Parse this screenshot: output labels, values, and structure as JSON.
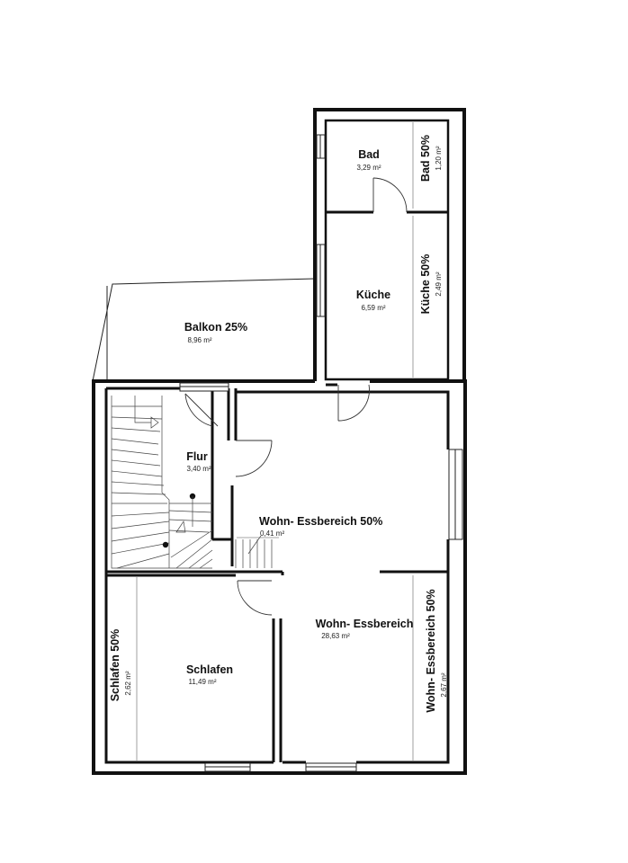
{
  "rooms": {
    "bad": {
      "name": "Bad",
      "area": "3,29 m²"
    },
    "bad50": {
      "name": "Bad 50%",
      "area": "1,20 m²"
    },
    "kueche": {
      "name": "Küche",
      "area": "6,59 m²"
    },
    "kueche50": {
      "name": "Küche 50%",
      "area": "2,49 m²"
    },
    "balkon": {
      "name": "Balkon 25%",
      "area": "8,96 m²"
    },
    "flur": {
      "name": "Flur",
      "area": "3,40 m²"
    },
    "wohn50_small": {
      "name": "Wohn- Essbereich 50%",
      "area": "0,41 m²"
    },
    "wohn": {
      "name": "Wohn- Essbereich",
      "area": "28,63 m²"
    },
    "wohn50_side": {
      "name": "Wohn- Essbereich 50%",
      "area": "2,67 m²"
    },
    "schlafen": {
      "name": "Schlafen",
      "area": "11,49 m²"
    },
    "schlafen50": {
      "name": "Schlafen 50%",
      "area": "2,62 m²"
    }
  }
}
